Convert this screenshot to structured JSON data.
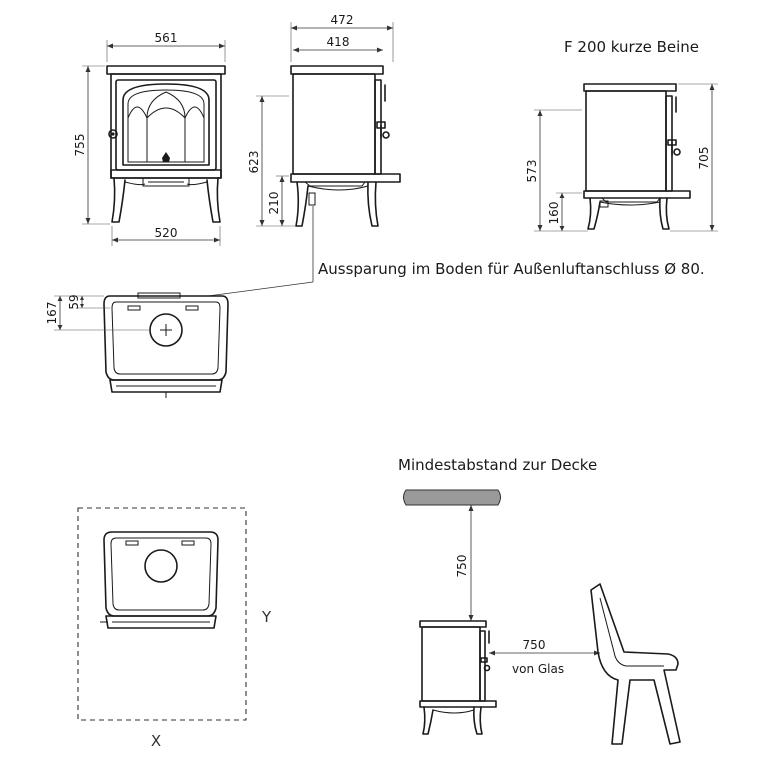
{
  "front_view": {
    "dim_top": "561",
    "dim_height": "755",
    "dim_bottom": "520"
  },
  "side_view": {
    "dim_depth_total": "472",
    "dim_depth_body": "418",
    "dim_flue_height": "623",
    "dim_leg_height": "210"
  },
  "short_legs_view": {
    "title": "F 200 kurze Beine",
    "dim_flue_height": "573",
    "dim_total_height": "705",
    "dim_leg_height": "160"
  },
  "air_inlet_note": "Aussparung im Boden für Außenluftanschluss Ø 80.",
  "top_view": {
    "dim_outer": "167",
    "dim_inner": "59"
  },
  "clearance_plan": {
    "label_x": "X",
    "label_y": "Y"
  },
  "ceiling_clearance": {
    "title": "Mindestabstand zur Decke",
    "dim_ceiling": "750",
    "dim_front": "750",
    "front_note": "von Glas"
  }
}
